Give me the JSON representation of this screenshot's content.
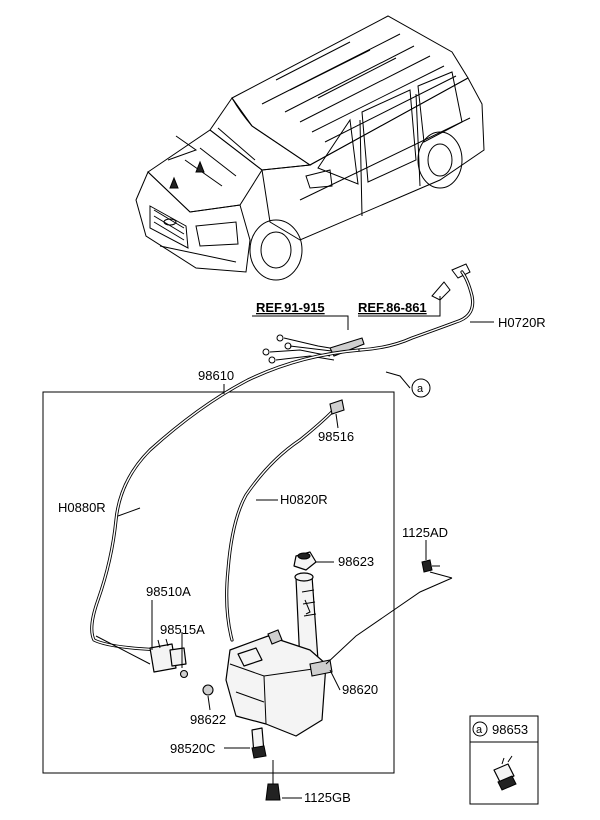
{
  "labels": {
    "ref_a": "REF.91-915",
    "ref_b": "REF.86-861",
    "h0720r": "H0720R",
    "p98610": "98610",
    "circle_a": "a",
    "p98516": "98516",
    "h0880r": "H0880R",
    "h0820r": "H0820R",
    "p1125ad": "1125AD",
    "p98623": "98623",
    "p98510a": "98510A",
    "p98515a": "98515A",
    "p98620": "98620",
    "p98622": "98622",
    "p98520c": "98520C",
    "p1125gb": "1125GB",
    "legend_a": "a",
    "legend_part": "98653"
  }
}
